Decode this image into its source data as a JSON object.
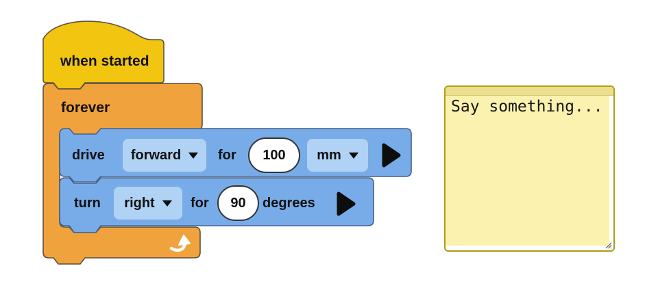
{
  "colors": {
    "hat-yellow": "#F2C511",
    "hat-stroke": "#5B5142",
    "loop-orange": "#F0A33C",
    "loop-stroke": "#57503F",
    "block-blue": "#78ACE9",
    "blue-stroke": "#44608C",
    "dropdown-blue": "#AFD2F5",
    "dropdown-stroke": "#79ACE4",
    "note-border": "#AE9C14",
    "note-header": "#EBDF8D",
    "note-body": "#FAF2AE"
  },
  "hat_block": {
    "label": "when started"
  },
  "forever_block": {
    "label": "forever"
  },
  "drive_block": {
    "verb": "drive",
    "direction": "forward",
    "preposition": "for",
    "distance": "100",
    "unit": "mm"
  },
  "turn_block": {
    "verb": "turn",
    "direction": "right",
    "preposition": "for",
    "angle": "90",
    "unit": "degrees"
  },
  "note": {
    "text": "Say something..."
  }
}
